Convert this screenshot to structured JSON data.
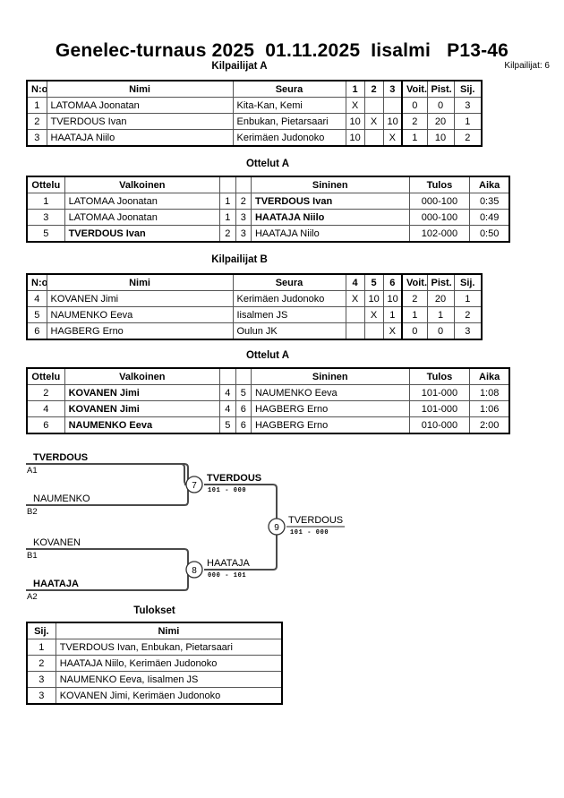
{
  "header": {
    "title": "Genelec-turnaus 2025  01.11.2025  Iisalmi   P13-46",
    "competitor_count_label": "Kilpailijat: 6"
  },
  "sections": {
    "pool_a_caption": "Kilpailijat A",
    "matches_a_caption": "Ottelut A",
    "pool_b_caption": "Kilpailijat B",
    "matches_b_caption": "Ottelut A",
    "results_caption": "Tulokset"
  },
  "pool_a": {
    "headers": {
      "no": "N:o",
      "name": "Nimi",
      "club": "Seura",
      "m1": "1",
      "m2": "2",
      "m3": "3",
      "wins": "Voit.",
      "points": "Pist.",
      "rank": "Sij."
    },
    "rows": [
      {
        "no": "1",
        "name": "LATOMAA Joonatan",
        "club": "Kita-Kan, Kemi",
        "m1": "X",
        "m2": "",
        "m3": "",
        "wins": "0",
        "points": "0",
        "rank": "3"
      },
      {
        "no": "2",
        "name": "TVERDOUS Ivan",
        "club": "Enbukan, Pietarsaari",
        "m1": "10",
        "m2": "X",
        "m3": "10",
        "wins": "2",
        "points": "20",
        "rank": "1"
      },
      {
        "no": "3",
        "name": "HAATAJA Niilo",
        "club": "Kerimäen Judonoko",
        "m1": "10",
        "m2": "",
        "m3": "X",
        "wins": "1",
        "points": "10",
        "rank": "2"
      }
    ]
  },
  "pool_b": {
    "headers": {
      "no": "N:o",
      "name": "Nimi",
      "club": "Seura",
      "m1": "4",
      "m2": "5",
      "m3": "6",
      "wins": "Voit.",
      "points": "Pist.",
      "rank": "Sij."
    },
    "rows": [
      {
        "no": "4",
        "name": "KOVANEN Jimi",
        "club": "Kerimäen Judonoko",
        "m1": "X",
        "m2": "10",
        "m3": "10",
        "wins": "2",
        "points": "20",
        "rank": "1"
      },
      {
        "no": "5",
        "name": "NAUMENKO Eeva",
        "club": "Iisalmen JS",
        "m1": "",
        "m2": "X",
        "m3": "1",
        "wins": "1",
        "points": "1",
        "rank": "2"
      },
      {
        "no": "6",
        "name": "HAGBERG Erno",
        "club": "Oulun JK",
        "m1": "",
        "m2": "",
        "m3": "X",
        "wins": "0",
        "points": "0",
        "rank": "3"
      }
    ]
  },
  "matches_a": {
    "headers": {
      "match": "Ottelu",
      "white": "Valkoinen",
      "n1": "",
      "n2": "",
      "blue": "Sininen",
      "result": "Tulos",
      "time": "Aika"
    },
    "rows": [
      {
        "match": "1",
        "white": "LATOMAA Joonatan",
        "white_bold": false,
        "n1": "1",
        "n2": "2",
        "blue": "TVERDOUS Ivan",
        "blue_bold": true,
        "result": "000-100",
        "time": "0:35"
      },
      {
        "match": "3",
        "white": "LATOMAA Joonatan",
        "white_bold": false,
        "n1": "1",
        "n2": "3",
        "blue": "HAATAJA Niilo",
        "blue_bold": true,
        "result": "000-100",
        "time": "0:49"
      },
      {
        "match": "5",
        "white": "TVERDOUS Ivan",
        "white_bold": true,
        "n1": "2",
        "n2": "3",
        "blue": "HAATAJA Niilo",
        "blue_bold": false,
        "result": "102-000",
        "time": "0:50"
      }
    ]
  },
  "matches_b": {
    "headers": {
      "match": "Ottelu",
      "white": "Valkoinen",
      "n1": "",
      "n2": "",
      "blue": "Sininen",
      "result": "Tulos",
      "time": "Aika"
    },
    "rows": [
      {
        "match": "2",
        "white": "KOVANEN Jimi",
        "white_bold": true,
        "n1": "4",
        "n2": "5",
        "blue": "NAUMENKO Eeva",
        "blue_bold": false,
        "result": "101-000",
        "time": "1:08"
      },
      {
        "match": "4",
        "white": "KOVANEN Jimi",
        "white_bold": true,
        "n1": "4",
        "n2": "6",
        "blue": "HAGBERG Erno",
        "blue_bold": false,
        "result": "101-000",
        "time": "1:06"
      },
      {
        "match": "6",
        "white": "NAUMENKO Eeva",
        "white_bold": true,
        "n1": "5",
        "n2": "6",
        "blue": "HAGBERG Erno",
        "blue_bold": false,
        "result": "010-000",
        "time": "2:00"
      }
    ]
  },
  "bracket": {
    "entrants": [
      {
        "name": "TVERDOUS",
        "seed": "A1",
        "bold": true
      },
      {
        "name": "NAUMENKO",
        "seed": "B2",
        "bold": false
      },
      {
        "name": "KOVANEN",
        "seed": "B1",
        "bold": false
      },
      {
        "name": "HAATAJA",
        "seed": "A2",
        "bold": true
      }
    ],
    "semifinals": [
      {
        "number": "7",
        "winner": "TVERDOUS",
        "score": "101 - 000",
        "bold": true
      },
      {
        "number": "8",
        "winner": "HAATAJA",
        "score": "000 - 101",
        "bold": false
      }
    ],
    "final": {
      "number": "9",
      "winner": "TVERDOUS",
      "score": "101 - 000",
      "bold": false
    }
  },
  "results": {
    "headers": {
      "rank": "Sij.",
      "name": "Nimi"
    },
    "rows": [
      {
        "rank": "1",
        "name": "TVERDOUS Ivan, Enbukan, Pietarsaari"
      },
      {
        "rank": "2",
        "name": "HAATAJA Niilo, Kerimäen Judonoko"
      },
      {
        "rank": "3",
        "name": "NAUMENKO Eeva, Iisalmen JS"
      },
      {
        "rank": "3",
        "name": "KOVANEN Jimi, Kerimäen Judonoko"
      }
    ]
  }
}
